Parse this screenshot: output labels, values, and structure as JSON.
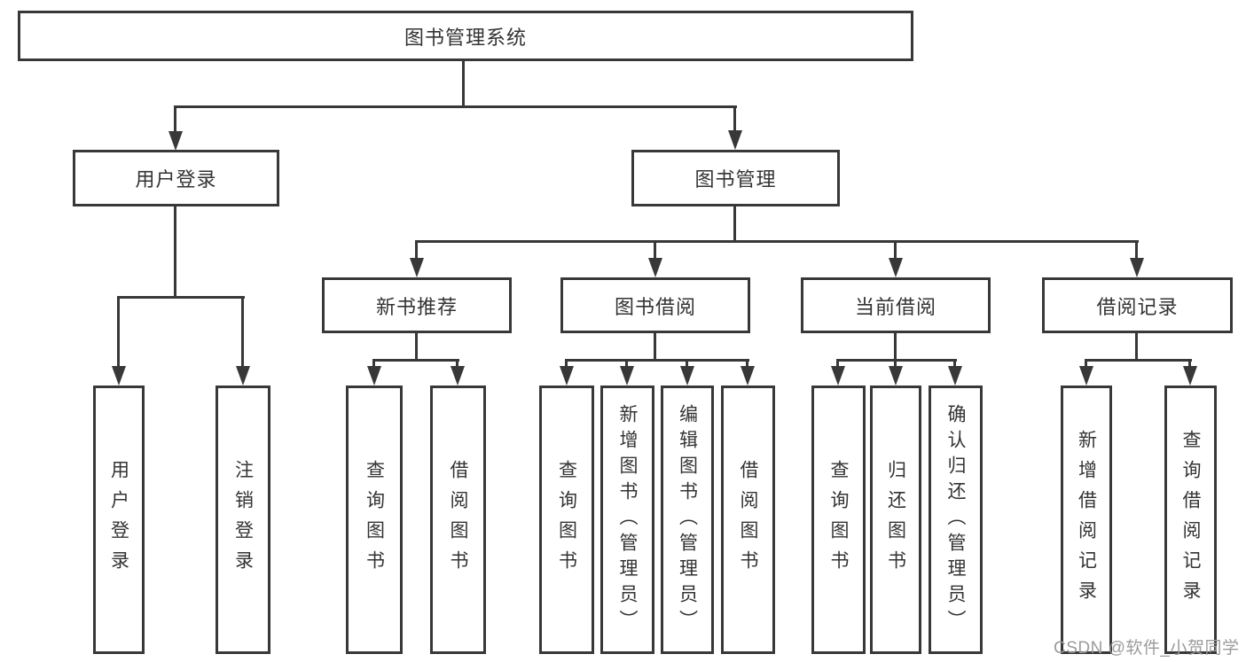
{
  "diagram": {
    "root": "图书管理系统",
    "level2": [
      "用户登录",
      "图书管理"
    ],
    "level3": [
      "新书推荐",
      "图书借阅",
      "当前借阅",
      "借阅记录"
    ],
    "leaves": [
      "用户登录",
      "注销登录",
      "查询图书",
      "借阅图书",
      "查询图书",
      "新增图书（管理员）",
      "编辑图书（管理员）",
      "借阅图书",
      "查询图书",
      "归还图书",
      "确认归还（管理员）",
      "新增借阅记录",
      "查询借阅记录"
    ]
  },
  "watermark": "CSDN @软件_小贺同学",
  "colors": {
    "line": "#383838",
    "text": "#333333",
    "background": "#ffffff",
    "watermark": "#9b9b9b"
  }
}
